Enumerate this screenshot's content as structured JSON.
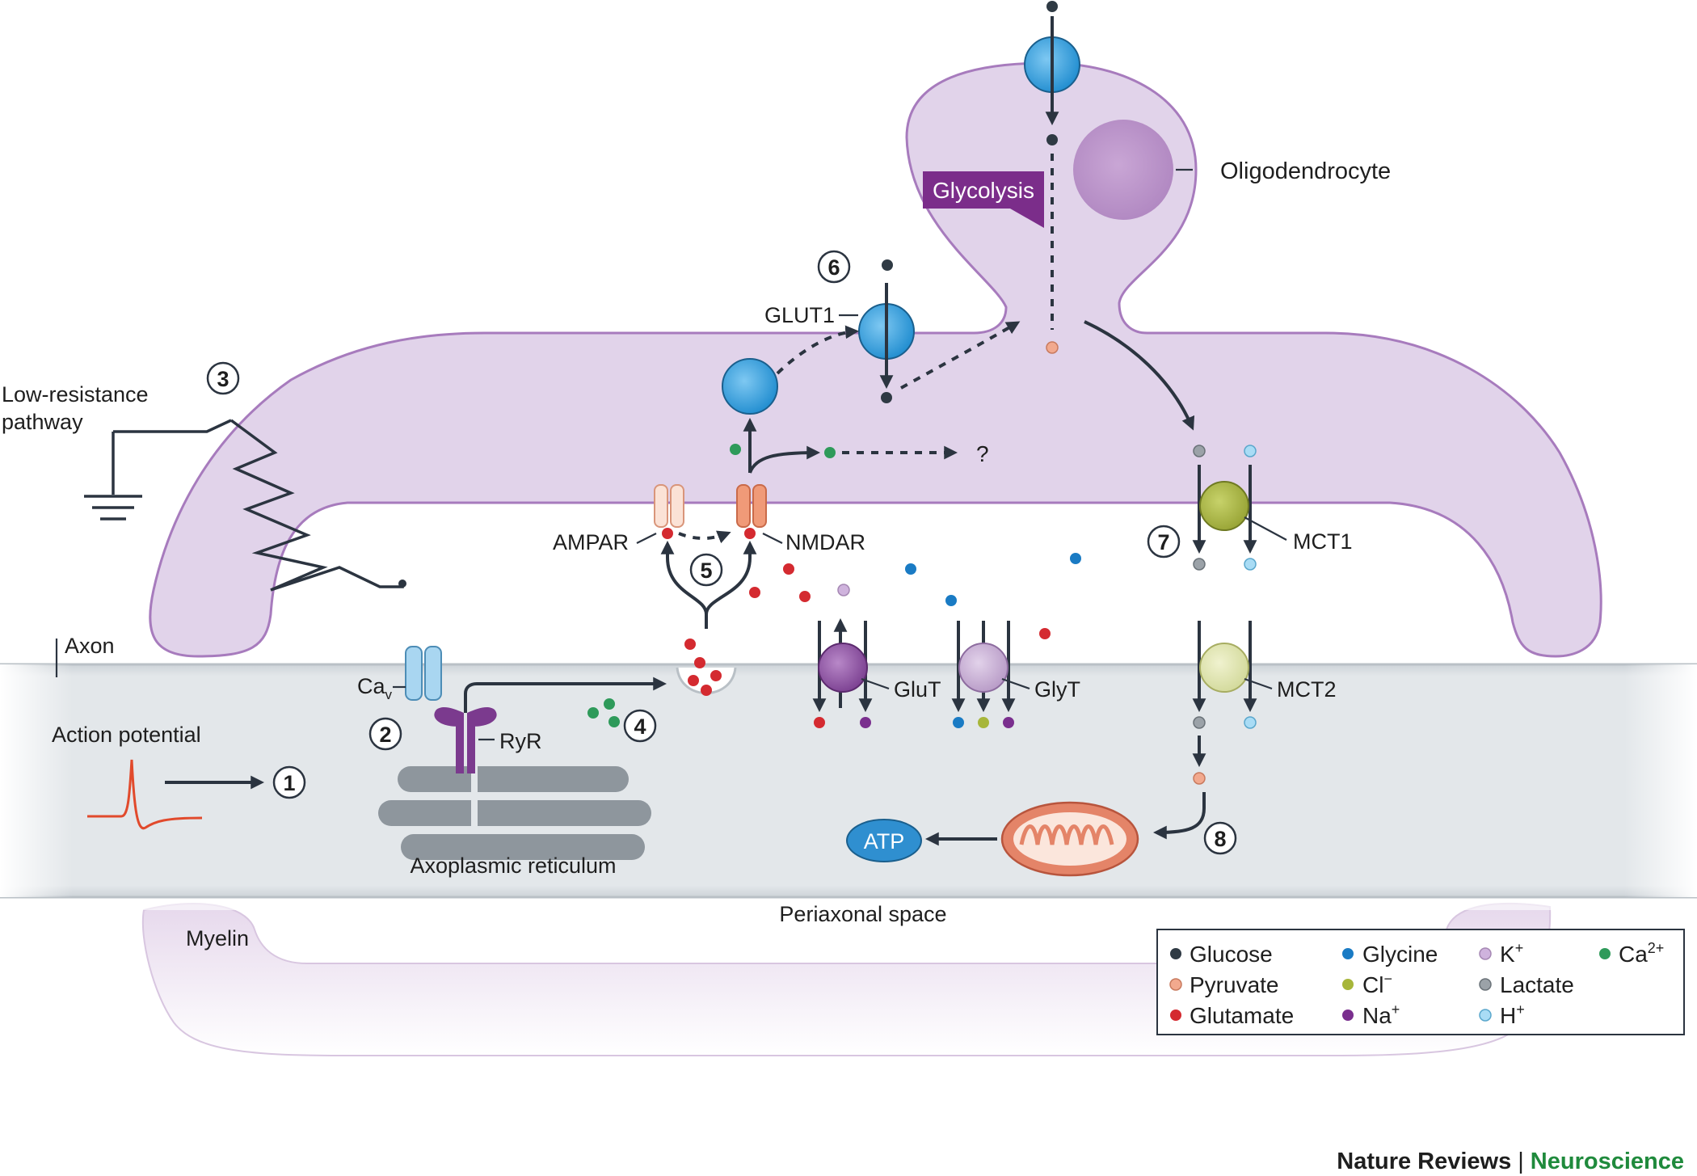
{
  "labels": {
    "oligodendrocyte": "Oligodendrocyte",
    "glycolysis": "Glycolysis",
    "glut1": "GLUT1",
    "low_resistance_1": "Low-resistance",
    "low_resistance_2": "pathway",
    "axon": "Axon",
    "ca_v": "Ca",
    "ca_v_sub": "v",
    "ryr": "RyR",
    "action_potential": "Action potential",
    "axoplasmic_reticulum": "Axoplasmic reticulum",
    "ampar": "AMPAR",
    "nmdar": "NMDAR",
    "glut": "GluT",
    "glyt": "GlyT",
    "mct1": "MCT1",
    "mct2": "MCT2",
    "atp": "ATP",
    "periaxonal_space": "Periaxonal space",
    "myelin": "Myelin",
    "question": "?"
  },
  "steps": [
    "1",
    "2",
    "3",
    "4",
    "5",
    "6",
    "7",
    "8"
  ],
  "legend": {
    "glucose": "Glucose",
    "pyruvate": "Pyruvate",
    "glutamate": "Glutamate",
    "glycine": "Glycine",
    "chloride": "Cl",
    "chloride_sup": "−",
    "sodium": "Na",
    "sodium_sup": "+",
    "potassium": "K",
    "potassium_sup": "+",
    "lactate": "Lactate",
    "proton": "H",
    "proton_sup": "+",
    "calcium": "Ca",
    "calcium_sup": "2+"
  },
  "credit": {
    "journal": "Nature Reviews",
    "separator": "|",
    "section": "Neuroscience"
  },
  "colors": {
    "glucose": "#2f3a44",
    "pyruvate": "#f2a98e",
    "glutamate": "#d42a30",
    "glycine": "#1a7bc4",
    "chloride": "#a7b63a",
    "sodium": "#7a2f8e",
    "potassium": "#cfb3dd",
    "lactate": "#9ba2a8",
    "proton": "#a9dcf5",
    "calcium": "#2e9a5a",
    "glycolysis_bg": "#7b2d8a",
    "section_green": "#1f8a3c"
  }
}
